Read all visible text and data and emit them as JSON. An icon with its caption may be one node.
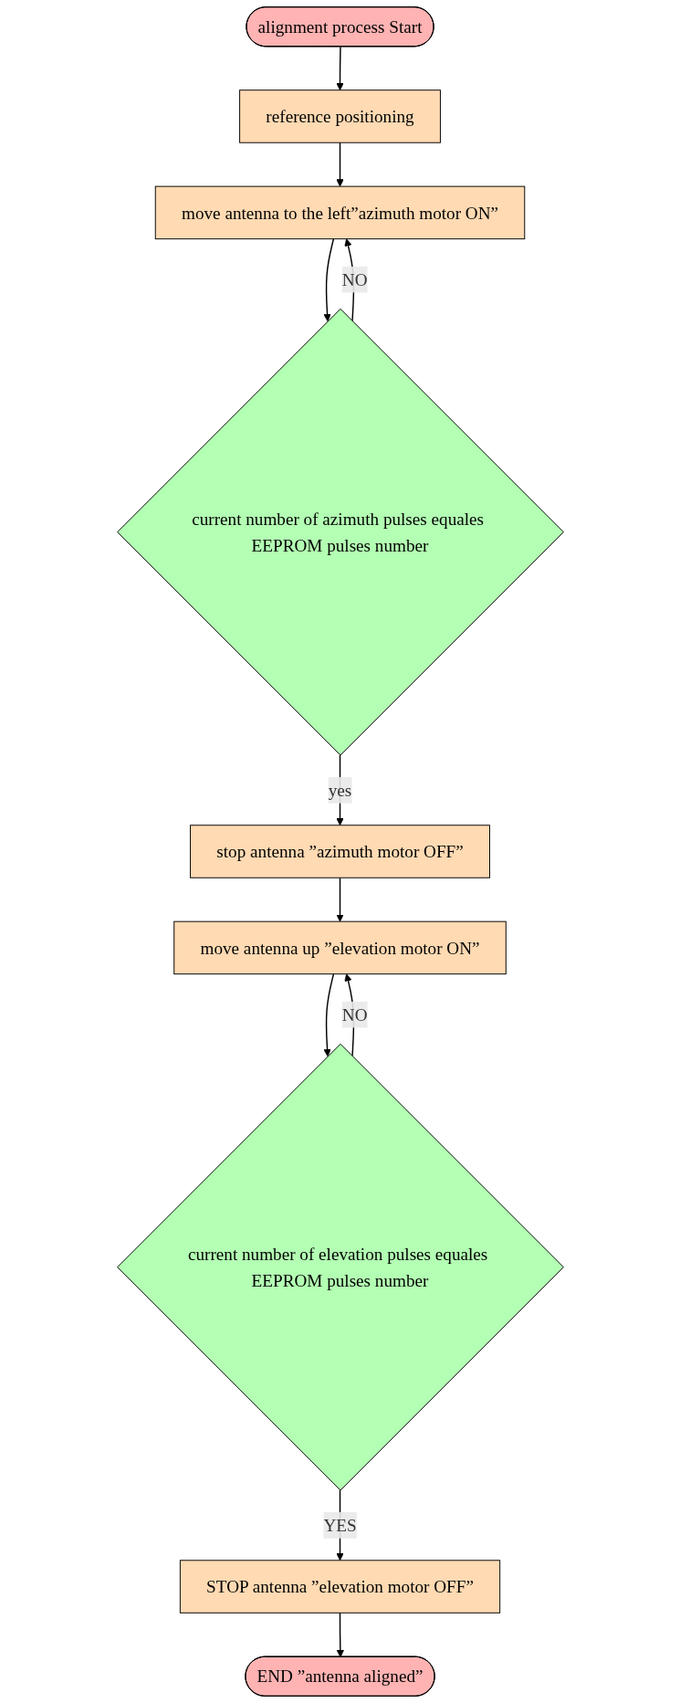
{
  "diagram": {
    "nodes": [
      {
        "text": [
          "alignment process Start"
        ]
      },
      {
        "text": [
          "reference positioning"
        ]
      },
      {
        "text": [
          "move antenna to the left”azimuth motor ON”"
        ]
      },
      {
        "text": [
          "current number of azimuth pulses equales EEPROM pulses number"
        ]
      },
      {
        "text": [
          "stop antenna ”azimuth motor OFF”"
        ]
      },
      {
        "text": [
          "move antenna up ”elevation motor ON”"
        ]
      },
      {
        "text": [
          "current number of elevation pulses equales EEPROM pulses number"
        ]
      },
      {
        "text": [
          "STOP antenna ”elevation motor OFF”"
        ]
      },
      {
        "text": [
          "END ”antenna aligned”"
        ]
      }
    ],
    "edges": [
      {
        "from": 0,
        "to": 1,
        "arrow": "to"
      },
      {
        "from": 1,
        "to": 2,
        "arrow": "to"
      },
      {
        "from": 2,
        "to": 3,
        "arrow": "to"
      },
      {
        "from": 3,
        "to": 2,
        "arrow": "to",
        "label": "NO"
      },
      {
        "from": 3,
        "to": 4,
        "arrow": "to",
        "label": "yes"
      },
      {
        "from": 4,
        "to": 5,
        "arrow": "to"
      },
      {
        "from": 5,
        "to": 6,
        "arrow": "to"
      },
      {
        "from": 6,
        "to": 5,
        "arrow": "to",
        "label": "NO"
      },
      {
        "from": 6,
        "to": 7,
        "arrow": "to",
        "label": "YES"
      },
      {
        "from": 7,
        "to": 8,
        "arrow": "to"
      }
    ]
  }
}
